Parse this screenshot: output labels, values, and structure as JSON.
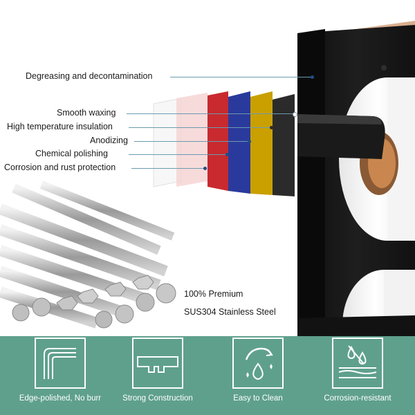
{
  "layers": {
    "items": [
      {
        "label": "Degreasing and decontamination",
        "color": "#1f4e8a"
      },
      {
        "label": "Smooth waxing",
        "color": "#ffffff"
      },
      {
        "label": "High temperature insulation",
        "color": "#2b2b2b"
      },
      {
        "label": "Anodizing",
        "color": "#c9a000"
      },
      {
        "label": "Chemical polishing",
        "color": "#2a3a9c"
      },
      {
        "label": "Corrosion and rust protection",
        "color": "#c82a2f"
      }
    ]
  },
  "material": {
    "line1": "100% Premium",
    "line2": "SUS304 Stainless Steel"
  },
  "features": [
    {
      "label": "Edge-polished, No burr",
      "icon": "edge-polished-icon"
    },
    {
      "label": "Strong Construction",
      "icon": "strong-construction-icon"
    },
    {
      "label": "Easy to Clean",
      "icon": "easy-clean-icon"
    },
    {
      "label": "Corrosion-resistant",
      "icon": "corrosion-resistant-icon"
    }
  ],
  "colors": {
    "band": "#5fa08d",
    "holder": "#1c1c1c",
    "leader": "#6b9bb0"
  }
}
